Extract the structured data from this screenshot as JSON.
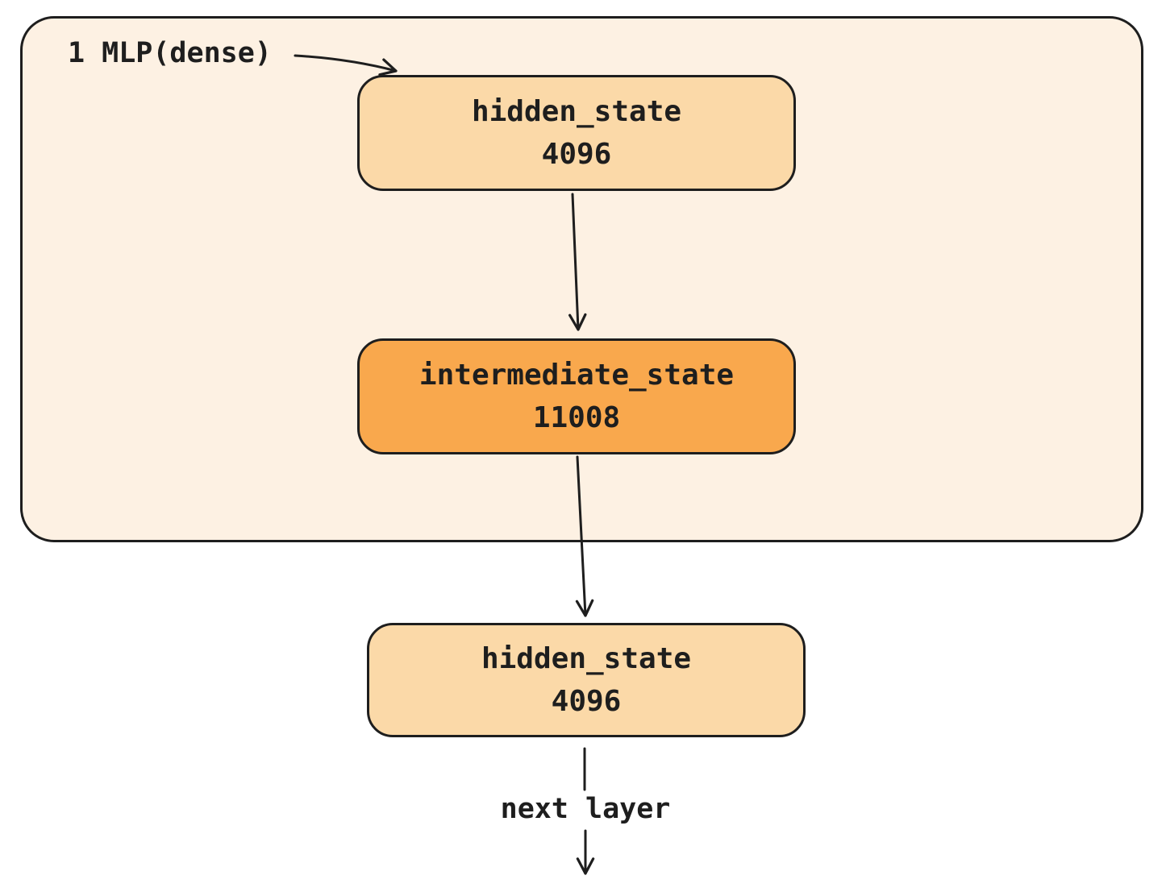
{
  "colors": {
    "container_bg": "#fdf1e3",
    "node_light": "#fbd9a8",
    "node_accent": "#f9a84d",
    "stroke": "#1e1e1e"
  },
  "group": {
    "label": "1 MLP(dense)"
  },
  "nodes": {
    "hidden_in": {
      "label": "hidden_state",
      "value": "4096"
    },
    "intermediate": {
      "label": "intermediate_state",
      "value": "11008"
    },
    "hidden_out": {
      "label": "hidden_state",
      "value": "4096"
    }
  },
  "flow": {
    "next_label": "next layer"
  }
}
